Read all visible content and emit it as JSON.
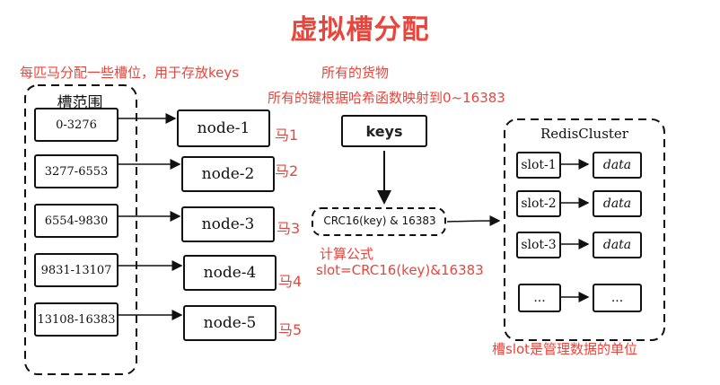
{
  "title": "虚拟槽分配",
  "left_note": "每匹马分配一些槽位，用于存放keys",
  "slot_range_label": "槽范围",
  "ranges": [
    "0-3276",
    "3277-6553",
    "6554-9830",
    "9831-13107",
    "13108-16383"
  ],
  "nodes": [
    "node-1",
    "node-2",
    "node-3",
    "node-4",
    "node-5"
  ],
  "horses": [
    "马1",
    "马2",
    "马3",
    "马4",
    "马5"
  ],
  "cargo_note": "所有的货物",
  "hash_note": "所有的键根据哈希函数映射到0~16383",
  "keys_label": "keys",
  "formula_box": "CRC16(key) & 16383",
  "formula_title": "计算公式",
  "formula": "slot=CRC16(key)&16383",
  "cluster_title": "RedisCluster",
  "slots": [
    "slot-1",
    "slot-2",
    "slot-3",
    "..."
  ],
  "data_label": "data",
  "data_ellipsis": "...",
  "cluster_note": "槽slot是管理数据的单位"
}
